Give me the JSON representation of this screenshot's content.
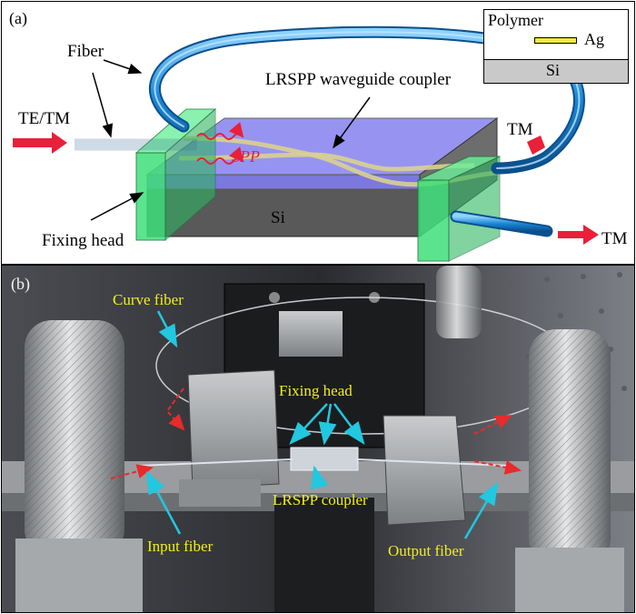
{
  "panel_a": {
    "letter": "(a)",
    "labels": {
      "fiber": "Fiber",
      "input_pol": "TE/TM",
      "coupler": "LRSPP waveguide coupler",
      "spp": "SPP",
      "tm_scatter": "TM",
      "tm_output": "TM",
      "substrate": "Si",
      "fixing_head": "Fixing head"
    },
    "inset": {
      "polymer": "Polymer",
      "metal": "Ag",
      "substrate": "Si"
    }
  },
  "panel_b": {
    "letter": "(b)",
    "labels": {
      "curve_fiber": "Curve fiber",
      "fixing_head": "Fixing head",
      "coupler": "LRSPP coupler",
      "input_fiber": "Input fiber",
      "output_fiber": "Output fiber"
    }
  },
  "colors": {
    "label_yellow": "#f2ee1a",
    "arrow_cyan": "#22c7e0",
    "arrow_red": "#e82a2a",
    "fiber_blue": "#1d8fd6",
    "coupler_blue": "#8f8cf0",
    "fixing_green": "#3fe07a"
  }
}
